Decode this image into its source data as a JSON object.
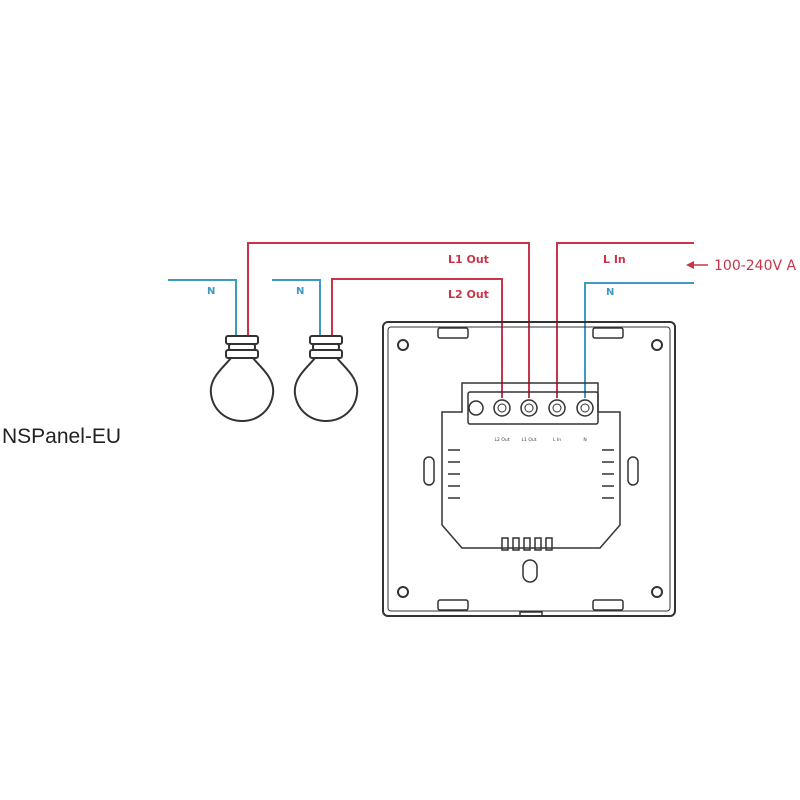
{
  "device": {
    "name": "NSPanel-EU"
  },
  "wires": {
    "l1_out": "L1 Out",
    "l2_out": "L2 Out",
    "l_in": "L In",
    "n_main": "N",
    "n_lamp1": "N",
    "n_lamp2": "N"
  },
  "supply": {
    "label": "100-240V A"
  },
  "terminals": [
    "L2 Out",
    "L1 Out",
    "L In",
    "N"
  ],
  "colors": {
    "live": "#c8354a",
    "neutral": "#3d9ac4",
    "outline": "#333333"
  }
}
